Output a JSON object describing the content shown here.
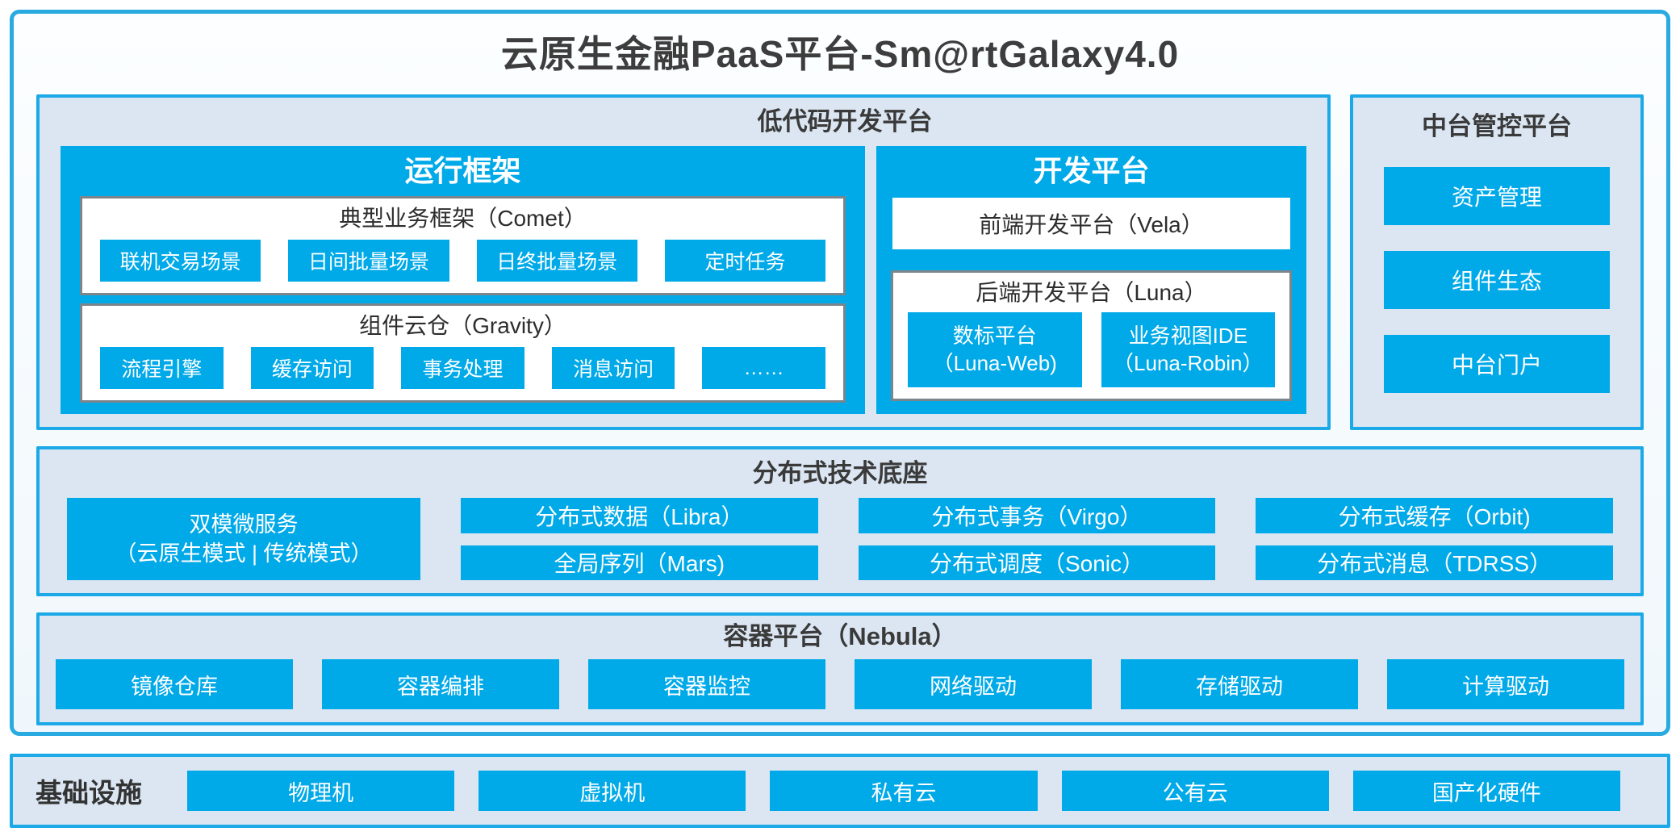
{
  "page": {
    "title": "云原生金融PaaS平台-Sm@rtGalaxy4.0"
  },
  "colors": {
    "accent_blue": "#00a9e8",
    "section_border_blue": "#1ca9e8",
    "frame_border_blue": "#29abe2",
    "section_bg": "#dbe6f2",
    "box_border_gray": "#7c848c",
    "dark_text": "#3b3b3b"
  },
  "low_code": {
    "title": "低代码开发平台",
    "runtime": {
      "title": "运行框架",
      "comet": {
        "title": "典型业务框架（Comet）",
        "chips": [
          "联机交易场景",
          "日间批量场景",
          "日终批量场景",
          "定时任务"
        ]
      },
      "gravity": {
        "title": "组件云仓（Gravity）",
        "chips": [
          "流程引擎",
          "缓存访问",
          "事务处理",
          "消息访问",
          "……"
        ]
      }
    },
    "dev": {
      "title": "开发平台",
      "vela": "前端开发平台（Vela）",
      "luna": {
        "title": "后端开发平台（Luna）",
        "chips": [
          {
            "line1": "数标平台",
            "line2": "（Luna-Web)"
          },
          {
            "line1": "业务视图IDE",
            "line2": "（Luna-Robin）"
          }
        ]
      }
    }
  },
  "mgmt": {
    "title": "中台管控平台",
    "items": [
      "资产管理",
      "组件生态",
      "中台门户"
    ]
  },
  "dist": {
    "title": "分布式技术底座",
    "dual_mode": {
      "line1": "双模微服务",
      "line2": "（云原生模式 | 传统模式）"
    },
    "row1": [
      "分布式数据（Libra）",
      "分布式事务（Virgo）",
      "分布式缓存（Orbit)"
    ],
    "row2": [
      "全局序列（Mars)",
      "分布式调度（Sonic）",
      "分布式消息（TDRSS）"
    ]
  },
  "nebula": {
    "title": "容器平台（Nebula）",
    "chips": [
      "镜像仓库",
      "容器编排",
      "容器监控",
      "网络驱动",
      "存储驱动",
      "计算驱动"
    ]
  },
  "infra": {
    "title": "基础设施",
    "chips": [
      "物理机",
      "虚拟机",
      "私有云",
      "公有云",
      "国产化硬件"
    ]
  }
}
